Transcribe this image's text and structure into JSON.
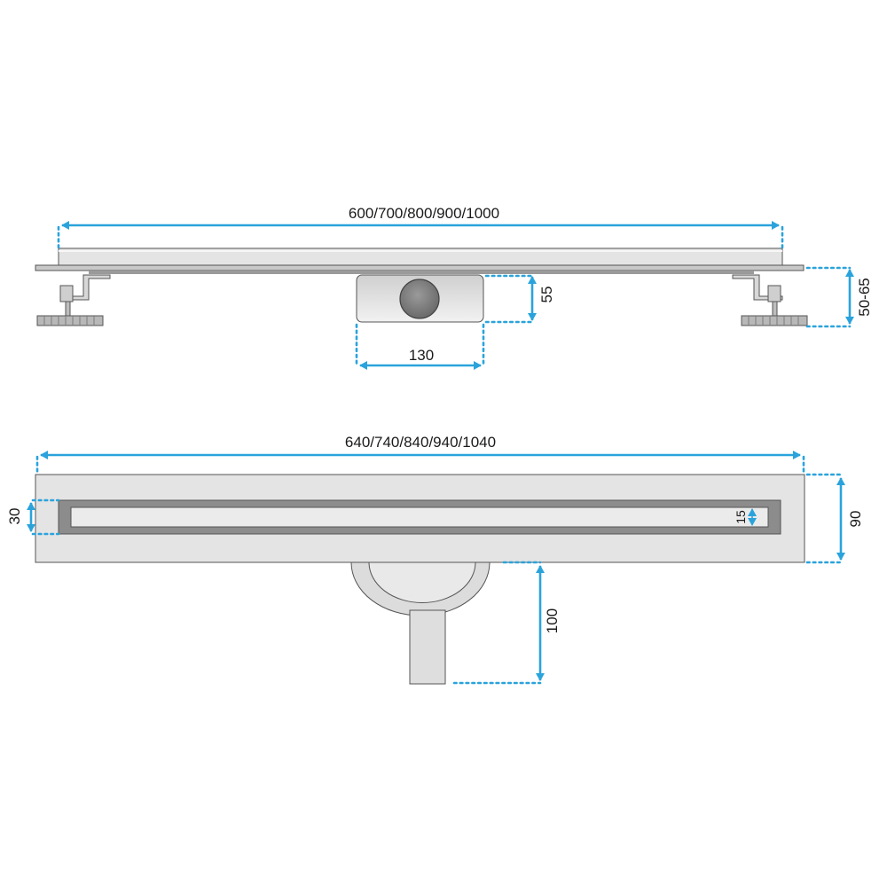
{
  "dimensions": {
    "channel_length": "600/700/800/900/1000",
    "drain_box_height": "55",
    "drain_box_width": "130",
    "adjustable_height": "50-65",
    "overall_length": "640/740/840/940/1040",
    "slot_width": "30",
    "inner_slot_width": "15",
    "overall_width": "90",
    "outlet_depth": "100"
  },
  "colors": {
    "dimension": "#2aa3dc",
    "steel_light": "#e2e2e2",
    "steel_dark": "#8a8a8a",
    "outline": "#555555"
  }
}
